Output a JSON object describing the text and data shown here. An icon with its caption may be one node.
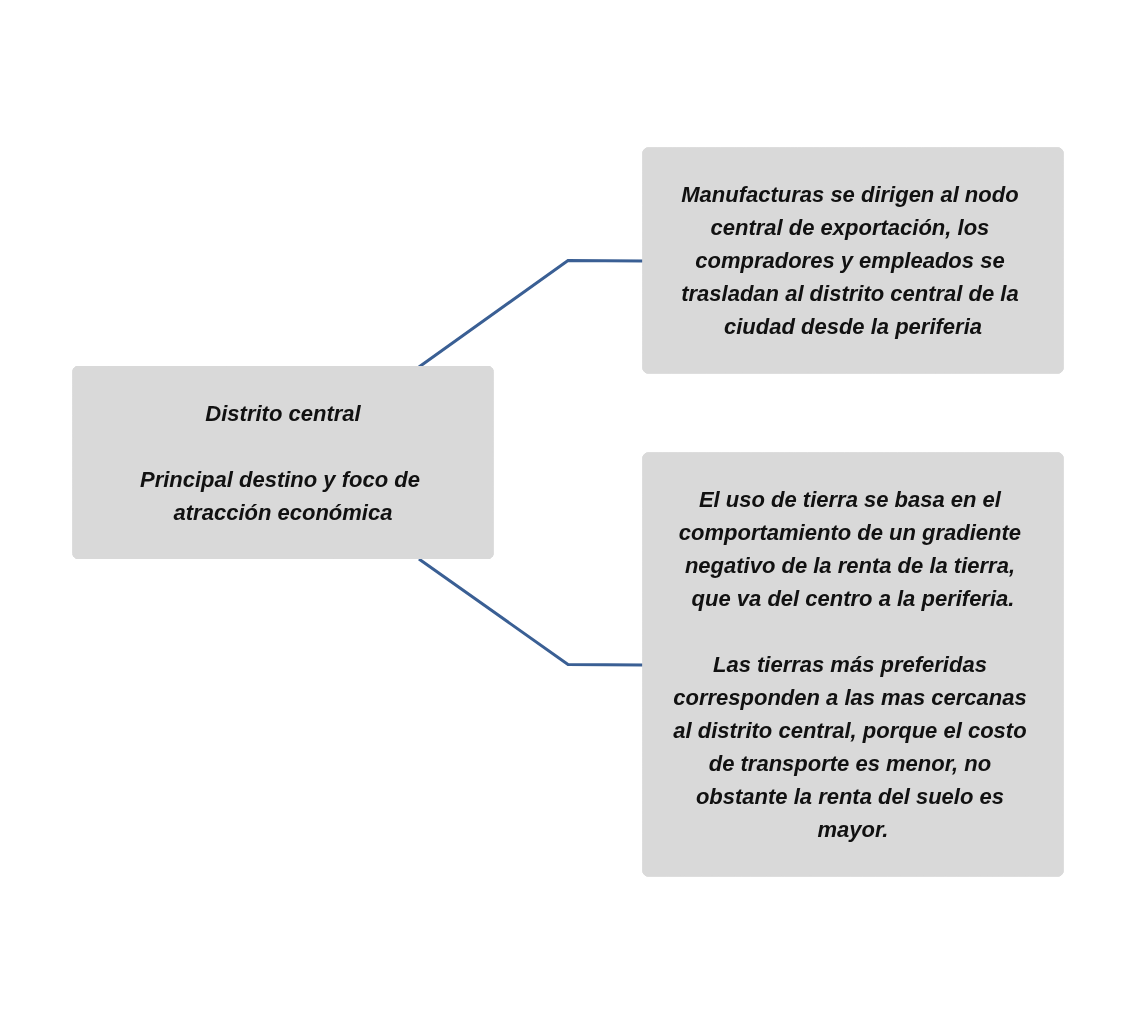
{
  "diagram": {
    "nodes": [
      {
        "text": [
          "Distrito central",
          "Principal destino y foco de atracción económica"
        ]
      },
      {
        "text": [
          "Manufacturas se dirigen al nodo central de exportación, los compradores y empleados se trasladan al distrito central de la ciudad desde la periferia"
        ]
      },
      {
        "text": [
          "El uso de tierra se basa en el comportamiento de un gradiente negativo de la renta de la tierra, que va del centro a la periferia.",
          "Las tierras más preferidas corresponden a las mas cercanas al distrito central, porque el costo de transporte es menor, no obstante la renta del suelo es mayor."
        ]
      }
    ],
    "edges": [
      {
        "from": 0,
        "to": 1,
        "arrow": "none"
      },
      {
        "from": 0,
        "to": 2,
        "arrow": "none"
      }
    ]
  }
}
